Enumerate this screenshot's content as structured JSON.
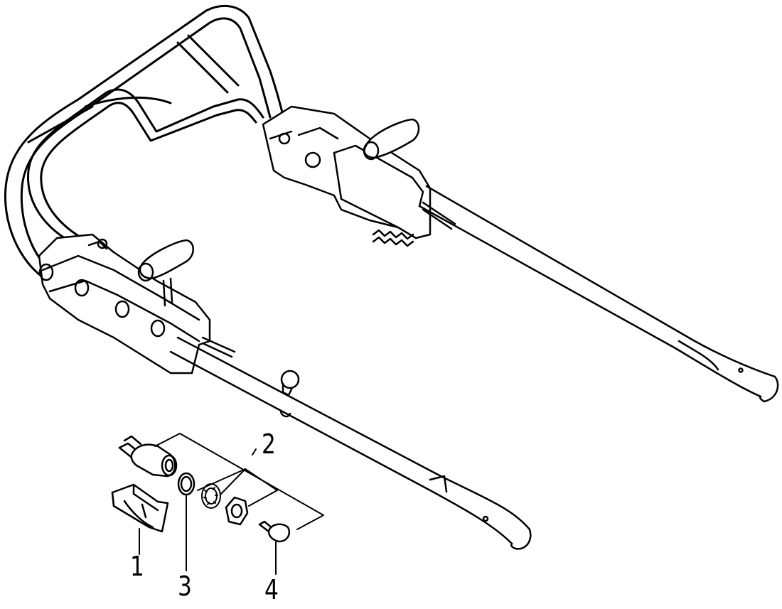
{
  "diagram": {
    "type": "exploded-parts-drawing",
    "line_color": "#000000",
    "background": "#ffffff",
    "callouts": [
      {
        "id": "1",
        "label": "1",
        "part": "cover-clip"
      },
      {
        "id": "2",
        "label": "2",
        "part": "ignition-switch-assembly"
      },
      {
        "id": "3",
        "label": "3",
        "part": "o-ring"
      },
      {
        "id": "4",
        "label": "4",
        "part": "key"
      }
    ]
  }
}
